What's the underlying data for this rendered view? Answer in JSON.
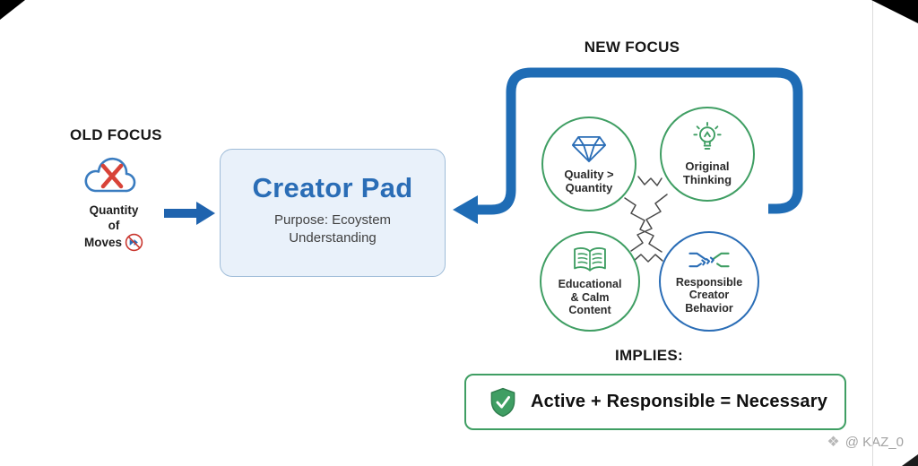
{
  "colors": {
    "accent_blue": "#1f6cb5",
    "title_blue": "#2a6db6",
    "accent_green": "#3f9e63",
    "box_fill": "#e9f1fa",
    "box_border": "#9fbcd8",
    "error_red": "#d84338",
    "text_dark": "#1c1c1c",
    "watermark_gray": "#a2a2a2"
  },
  "old_focus": {
    "heading": "OLD FOCUS",
    "caption": [
      "Quantity",
      "of",
      "Moves"
    ],
    "cloud_icon": "cloud-x-icon",
    "badge_icon": "no-fast-forward-icon"
  },
  "flow": {
    "arrow_icon": "arrow-right-icon"
  },
  "creator_pad": {
    "title": "Creator Pad",
    "subtitle_line1": "Purpose: Ecoystem",
    "subtitle_line2": "Understanding"
  },
  "new_focus": {
    "heading": "NEW FOCUS",
    "bracket_icon": "bracket-arrow-icon",
    "circles": [
      {
        "icon": "diamond-icon",
        "border_color": "#3f9e63",
        "lines": [
          "Quality >",
          "Quantity"
        ]
      },
      {
        "icon": "lightbulb-icon",
        "border_color": "#3f9e63",
        "lines": [
          "Original",
          "Thinking"
        ]
      },
      {
        "icon": "open-book-icon",
        "border_color": "#3f9e63",
        "lines": [
          "Educational",
          "& Calm",
          "Content"
        ]
      },
      {
        "icon": "handshake-icon",
        "border_color": "#2a6db6",
        "lines": [
          "Responsible",
          "Creator",
          "Behavior"
        ]
      }
    ]
  },
  "implies": {
    "heading": "IMPLIES:",
    "icon": "shield-icon",
    "statement": "Active + Responsible = Necessary"
  },
  "watermark": {
    "icon": "gem-logo-icon",
    "text": "@ KAZ_0"
  }
}
